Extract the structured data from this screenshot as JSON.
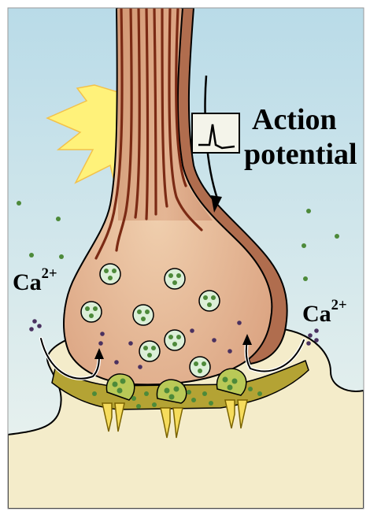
{
  "labels": {
    "action_potential_line1": "Action",
    "action_potential_line2": "potential",
    "ion_left": "Ca",
    "ion_left_charge": "2+",
    "ion_right": "Ca",
    "ion_right_charge": "2+"
  },
  "colors": {
    "background_sky": "#cfe6ef",
    "neuron_fill": "#e2b08f",
    "neuron_outline": "#a5664a",
    "axon_fibers": "#7b2a14",
    "cleft_region": "#f3ebc8",
    "vesicle": "#dcefd8",
    "neurotransmitter": "#4d8a3a",
    "calcium_ion": "#4a3160",
    "flash": "#fff27a"
  },
  "icons": [
    "action-potential-trace-icon",
    "synaptic-vesicle",
    "receptor-channel",
    "calcium-influx-arrow"
  ]
}
